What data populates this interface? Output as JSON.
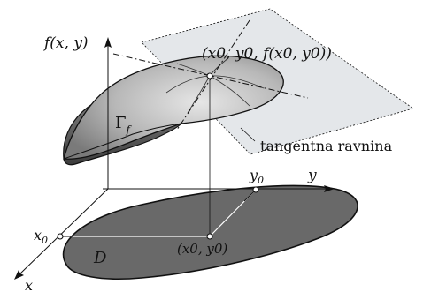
{
  "labels": {
    "f_axis": "f(x, y)",
    "y_axis": "y",
    "x_axis": "x",
    "y0": "y",
    "y0_sub": "0",
    "x0": "x",
    "x0_sub": "0",
    "point_xy": "(x0, y0)",
    "point_surface": "(x0, y0, f(x0, y0))",
    "gamma": "Γ",
    "gamma_sub": "f",
    "tangent_plane": "tangentna ravnina",
    "domain": "D"
  },
  "colors": {
    "domain_fill": "#696969",
    "surface_fill": "#a9a9a9",
    "surface_highlight": "#d9d9d9",
    "plane_fill": "#dfe3e6",
    "line": "#111111"
  }
}
